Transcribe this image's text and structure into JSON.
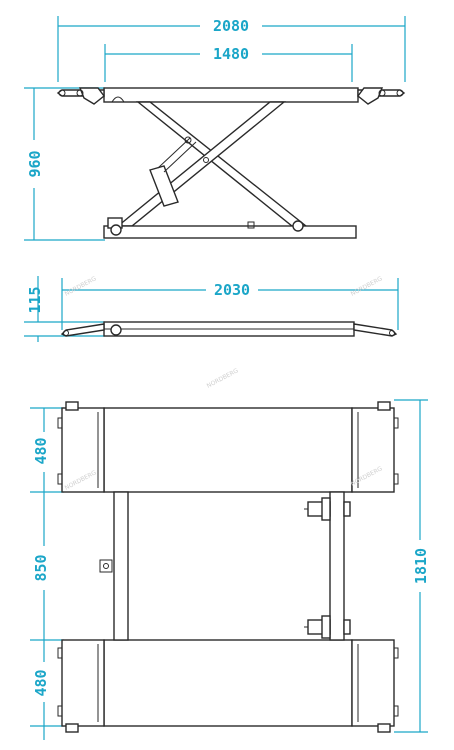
{
  "dimensions": {
    "overall_length": "2080",
    "platform_length": "1480",
    "raised_height": "960",
    "lowered_height": "115",
    "lowered_length": "2030",
    "platform_width_top": "480",
    "inner_gap": "850",
    "platform_width_bottom": "480",
    "overall_width": "1810"
  },
  "watermark": "NORDBERG",
  "colors": {
    "dimension": "#1ba6c8",
    "outline": "#2a2a2a"
  }
}
